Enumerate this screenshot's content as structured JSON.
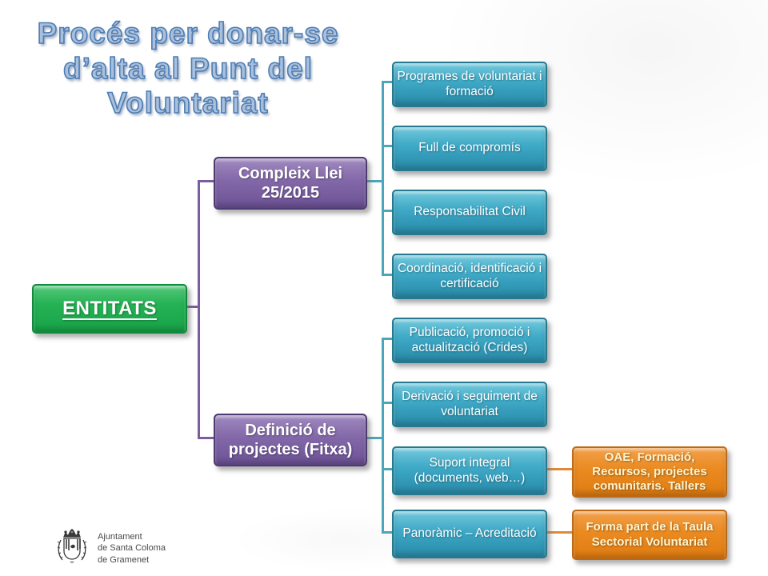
{
  "title": {
    "lines": [
      "Procés per donar-se",
      "d’alta al Punt del",
      "Voluntariat"
    ]
  },
  "root": {
    "label": "ENTITATS"
  },
  "branches": [
    {
      "label": "Compleix Llei 25/2015",
      "children": [
        "Programes de voluntariat i formació",
        "Full de compromís",
        "Responsabilitat Civil",
        "Coordinació, identificació i certificació"
      ]
    },
    {
      "label": "Definició de projectes (Fitxa)",
      "children": [
        "Publicació, promoció i actualització (Crides)",
        "Derivació i seguiment de voluntariat",
        "Suport integral (documents, web…)",
        "Panoràmic – Acreditació"
      ]
    }
  ],
  "callouts": [
    {
      "text": "OAE, Formació, Recursos, projectes comunitaris. Tallers"
    },
    {
      "text": "Forma part de la ",
      "bold_text": "Taula Sectorial Voluntariat"
    }
  ],
  "footer": {
    "logo_lines": [
      "Ajuntament",
      "de Santa Coloma",
      "de Gramenet"
    ]
  },
  "colors": {
    "green": "#21ab4d",
    "purple": "#7c61a2",
    "teal": "#3aa6c4",
    "orange": "#e8861c",
    "title_blue": "#4d7cb3",
    "connector_purple": "#7a5c9f",
    "connector_teal": "#4da5bc",
    "connector_orange": "#e0893a"
  }
}
